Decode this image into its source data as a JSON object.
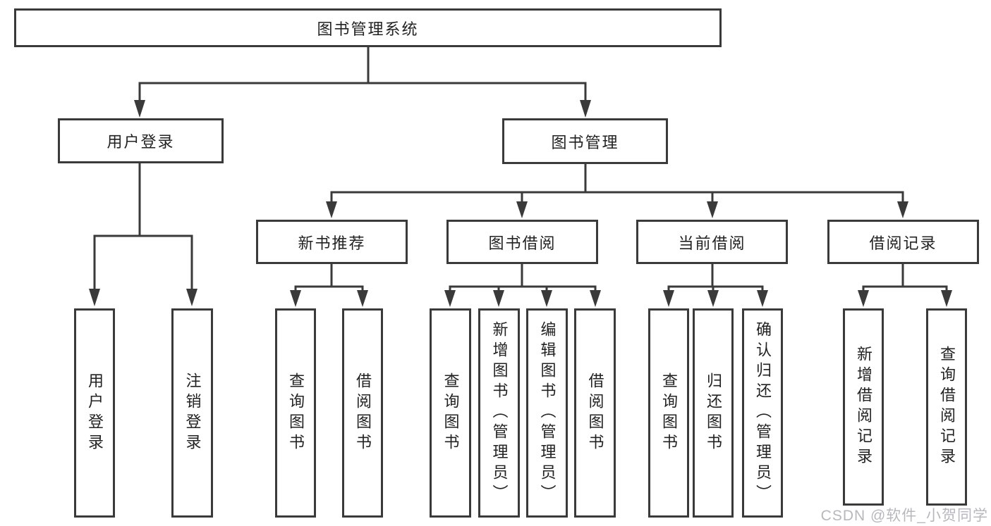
{
  "tree": {
    "root": {
      "label": "图书管理系统",
      "children": [
        {
          "label": "用户登录",
          "children": [
            {
              "label": "用户登录"
            },
            {
              "label": "注销登录"
            }
          ]
        },
        {
          "label": "图书管理",
          "children": [
            {
              "label": "新书推荐",
              "children": [
                {
                  "label": "查询图书"
                },
                {
                  "label": "借阅图书"
                }
              ]
            },
            {
              "label": "图书借阅",
              "children": [
                {
                  "label": "查询图书"
                },
                {
                  "label": "新增图书（管理员）"
                },
                {
                  "label": "编辑图书（管理员）"
                },
                {
                  "label": "借阅图书"
                }
              ]
            },
            {
              "label": "当前借阅",
              "children": [
                {
                  "label": "查询图书"
                },
                {
                  "label": "归还图书"
                },
                {
                  "label": "确认归还（管理员）"
                }
              ]
            },
            {
              "label": "借阅记录",
              "children": [
                {
                  "label": "新增借阅记录"
                },
                {
                  "label": "查询借阅记录"
                }
              ]
            }
          ]
        }
      ]
    }
  },
  "watermark": {
    "text": "CSDN @软件_小贺同学"
  },
  "colors": {
    "line": "#3a3a3a",
    "box_border": "#3a3a3a",
    "text": "#222222",
    "background": "#ffffff",
    "watermark": "#b2b4ba"
  }
}
